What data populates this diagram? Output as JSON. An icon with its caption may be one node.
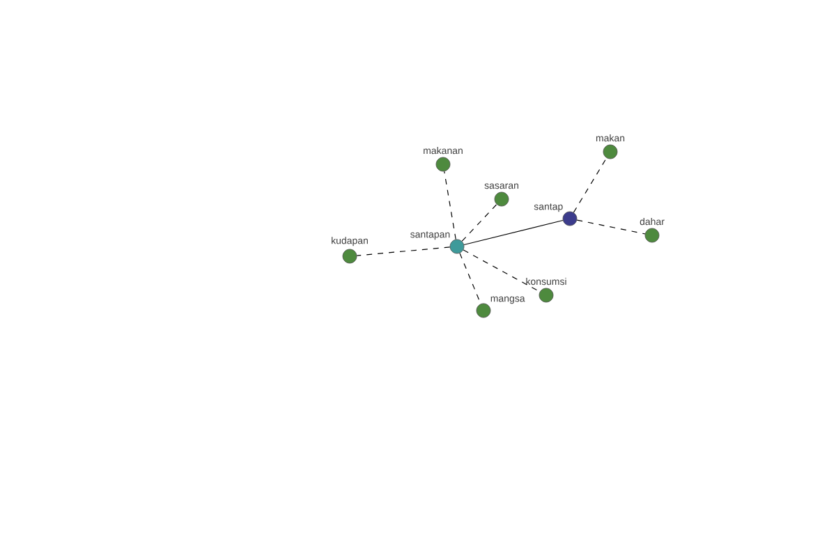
{
  "diagram": {
    "nodes": [
      {
        "text": [
          "makan"
        ]
      },
      {
        "text": [
          "makanan"
        ]
      },
      {
        "text": [
          "sasaran"
        ]
      },
      {
        "text": [
          "santap"
        ]
      },
      {
        "text": [
          "dahar"
        ]
      },
      {
        "text": [
          "kudapan"
        ]
      },
      {
        "text": [
          "santapan"
        ]
      },
      {
        "text": [
          "konsumsi"
        ]
      },
      {
        "text": [
          "mangsa"
        ]
      }
    ],
    "edges": [
      {
        "from": 6,
        "to": 3,
        "arrow": "none"
      },
      {
        "from": 6,
        "to": 1,
        "arrow": "none",
        "style": "dashed"
      },
      {
        "from": 6,
        "to": 2,
        "arrow": "none",
        "style": "dashed"
      },
      {
        "from": 6,
        "to": 5,
        "arrow": "none",
        "style": "dashed"
      },
      {
        "from": 6,
        "to": 8,
        "arrow": "none",
        "style": "dashed"
      },
      {
        "from": 6,
        "to": 7,
        "arrow": "none",
        "style": "dashed"
      },
      {
        "from": 3,
        "to": 0,
        "arrow": "none",
        "style": "dashed"
      },
      {
        "from": 3,
        "to": 4,
        "arrow": "none",
        "style": "dashed"
      }
    ]
  }
}
